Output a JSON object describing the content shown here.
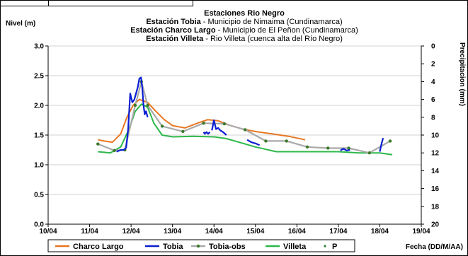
{
  "chart_data": {
    "type": "line",
    "title": "Estaciones Rio Negro",
    "subtitle_lines": [
      {
        "bold": "Estación Tobia",
        "normal": " - Municipio de Nimaima (Cundinamarca)"
      },
      {
        "bold": "Estación Charco Largo",
        "normal": " - Municipio de El Peñon (Cundinamarca)"
      },
      {
        "bold": "Estación Villeta",
        "normal": " -  Rio Villeta (cuenca alta del Río Negro)"
      }
    ],
    "ylabel": "Nivel (m)",
    "y2label": "Precipitacion (mm)",
    "xlabel": "Fecha (DD/M/AA)",
    "ylim": [
      0,
      3
    ],
    "y2lim": [
      0,
      20
    ],
    "y2_inverted": true,
    "xlim": [
      0,
      9
    ],
    "x_tick_labels": [
      "10/04",
      "11/04",
      "12/04",
      "13/04",
      "14/04",
      "15/04",
      "16/04",
      "17/04",
      "18/04",
      "19/04"
    ],
    "y_tick_labels": [
      "0.0",
      "0.5",
      "1.0",
      "1.5",
      "2.0",
      "2.5",
      "3.0"
    ],
    "y2_tick_labels": [
      "0",
      "2",
      "4",
      "6",
      "8",
      "10",
      "12",
      "14",
      "16",
      "18",
      "20"
    ],
    "grid": "horizontal",
    "legend_position": "bottom",
    "series": [
      {
        "name": "Charco Largo",
        "color": "#E87722",
        "style": "line",
        "x": [
          1.2,
          1.35,
          1.55,
          1.75,
          1.9,
          2.05,
          2.2,
          2.4,
          2.6,
          2.8,
          3.0,
          3.3,
          3.6,
          3.85,
          4.1,
          4.4,
          4.7,
          5.0,
          5.4,
          5.8,
          6.2
        ],
        "y": [
          1.42,
          1.4,
          1.38,
          1.52,
          1.8,
          2.0,
          2.1,
          2.05,
          1.9,
          1.76,
          1.66,
          1.62,
          1.7,
          1.76,
          1.74,
          1.66,
          1.6,
          1.56,
          1.52,
          1.48,
          1.42
        ]
      },
      {
        "name": "Tobia",
        "color": "#0A1ED2",
        "style": "line",
        "segments": [
          {
            "x": [
              1.65,
              1.75,
              1.82,
              1.88
            ],
            "y": [
              1.22,
              1.25,
              1.25,
              1.28
            ]
          },
          {
            "x": [
              1.88,
              1.93,
              1.98,
              2.03,
              2.08,
              2.12,
              2.16,
              2.2,
              2.24,
              2.27,
              2.3,
              2.33,
              2.36,
              2.4
            ],
            "y": [
              1.28,
              1.6,
              2.2,
              2.05,
              2.1,
              2.2,
              2.3,
              2.45,
              2.47,
              2.3,
              2.0,
              1.85,
              1.9,
              1.8
            ]
          },
          {
            "x": [
              3.75,
              3.78,
              3.82,
              3.86,
              3.9
            ],
            "y": [
              1.55,
              1.52,
              1.55,
              1.52,
              1.55
            ]
          },
          {
            "x": [
              3.95,
              4.0,
              4.05,
              4.1,
              4.15,
              4.22,
              4.3
            ],
            "y": [
              1.58,
              1.75,
              1.6,
              1.62,
              1.58,
              1.55,
              1.5
            ]
          },
          {
            "x": [
              4.8,
              4.9,
              5.0,
              5.1
            ],
            "y": [
              1.42,
              1.38,
              1.36,
              1.33
            ]
          },
          {
            "x": [
              7.05,
              7.12,
              7.2,
              7.28
            ],
            "y": [
              1.24,
              1.27,
              1.24,
              1.25
            ]
          },
          {
            "x": [
              8.0,
              8.04,
              8.08
            ],
            "y": [
              1.22,
              1.35,
              1.45
            ]
          }
        ]
      },
      {
        "name": "Tobia-obs",
        "color": "#A9A9A9",
        "marker_color": "#3C7A2A",
        "style": "line-marker",
        "x": [
          1.2,
          1.6,
          1.85,
          2.1,
          2.25,
          2.4,
          2.75,
          3.25,
          3.75,
          4.25,
          4.75,
          5.25,
          5.75,
          6.25,
          6.75,
          7.25,
          7.75,
          8.25
        ],
        "y": [
          1.35,
          1.24,
          1.25,
          2.0,
          2.4,
          2.0,
          1.65,
          1.56,
          1.7,
          1.69,
          1.59,
          1.4,
          1.4,
          1.3,
          1.28,
          1.28,
          1.2,
          1.4
        ]
      },
      {
        "name": "Villeta",
        "color": "#2DB84A",
        "style": "line",
        "x": [
          1.2,
          1.5,
          1.75,
          1.95,
          2.1,
          2.25,
          2.4,
          2.55,
          2.75,
          3.0,
          3.5,
          4.0,
          4.3,
          4.6,
          5.0,
          5.5,
          6.0,
          6.5,
          7.0,
          7.5,
          8.0,
          8.3
        ],
        "y": [
          1.22,
          1.2,
          1.3,
          1.6,
          1.9,
          2.02,
          1.97,
          1.7,
          1.5,
          1.47,
          1.48,
          1.47,
          1.44,
          1.38,
          1.3,
          1.22,
          1.22,
          1.22,
          1.22,
          1.2,
          1.2,
          1.17
        ]
      },
      {
        "name": "P",
        "color": "#2E7D32",
        "style": "points",
        "x": [],
        "y": []
      }
    ]
  }
}
